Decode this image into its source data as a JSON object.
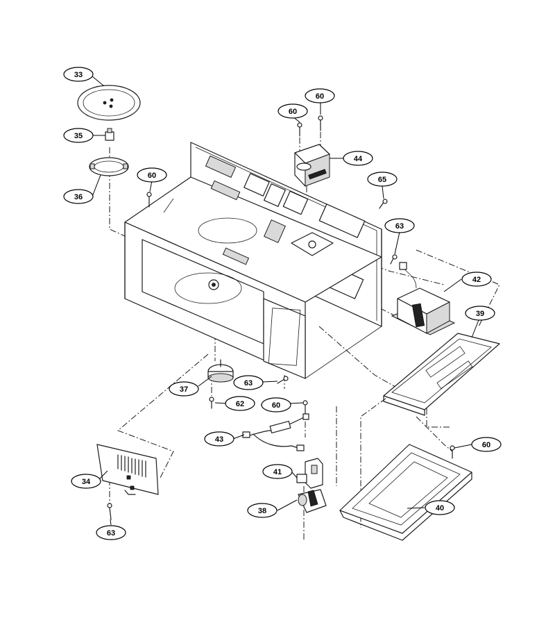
{
  "callouts": [
    {
      "id": "c33",
      "label": "33"
    },
    {
      "id": "c35",
      "label": "35"
    },
    {
      "id": "c36",
      "label": "36"
    },
    {
      "id": "c60a",
      "label": "60"
    },
    {
      "id": "c60b",
      "label": "60"
    },
    {
      "id": "c60c",
      "label": "60"
    },
    {
      "id": "c44",
      "label": "44"
    },
    {
      "id": "c65",
      "label": "65"
    },
    {
      "id": "c63a",
      "label": "63"
    },
    {
      "id": "c42",
      "label": "42"
    },
    {
      "id": "c39",
      "label": "39"
    },
    {
      "id": "c37",
      "label": "37"
    },
    {
      "id": "c63b",
      "label": "63"
    },
    {
      "id": "c62",
      "label": "62"
    },
    {
      "id": "c60d",
      "label": "60"
    },
    {
      "id": "c43",
      "label": "43"
    },
    {
      "id": "c60e",
      "label": "60"
    },
    {
      "id": "c41",
      "label": "41"
    },
    {
      "id": "c34",
      "label": "34"
    },
    {
      "id": "c40",
      "label": "40"
    },
    {
      "id": "c38",
      "label": "38"
    },
    {
      "id": "c63c",
      "label": "63"
    }
  ]
}
